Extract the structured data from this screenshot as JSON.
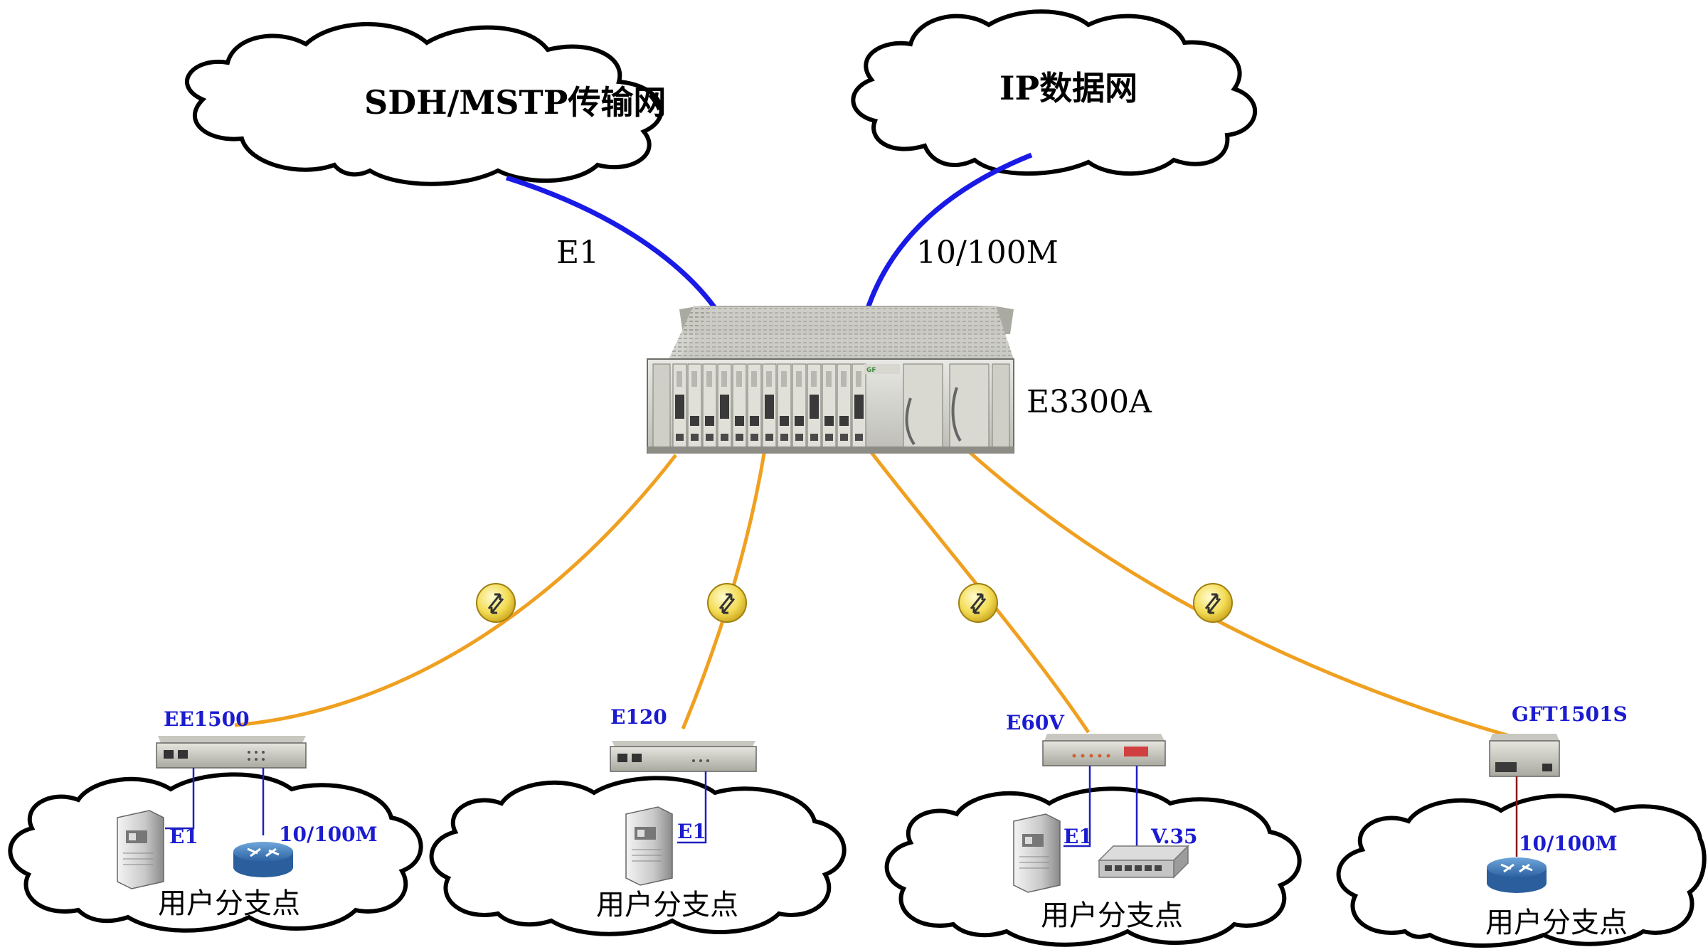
{
  "clouds": {
    "sdh": "SDH/MSTP传输网",
    "ip": "IP数据网"
  },
  "links": {
    "e1": "E1",
    "eth": "10/100M"
  },
  "main_device": {
    "label": "E3300A"
  },
  "sites": [
    {
      "device": "EE1500",
      "ports": [
        "E1",
        "10/100M"
      ],
      "site_label": "用户分支点"
    },
    {
      "device": "E120",
      "ports": [
        "E1"
      ],
      "site_label": "用户分支点"
    },
    {
      "device": "E60V",
      "ports": [
        "E1",
        "V.35"
      ],
      "site_label": "用户分支点"
    },
    {
      "device": "GFT1501S",
      "ports": [
        "10/100M"
      ],
      "site_label": "用户分支点"
    }
  ],
  "colors": {
    "uplink": "#1a1ae6",
    "fiber": "#f0a020",
    "tail_blue": "#2020c0",
    "tail_red": "#8b1a1a",
    "label_blue": "#1b1bd0"
  }
}
